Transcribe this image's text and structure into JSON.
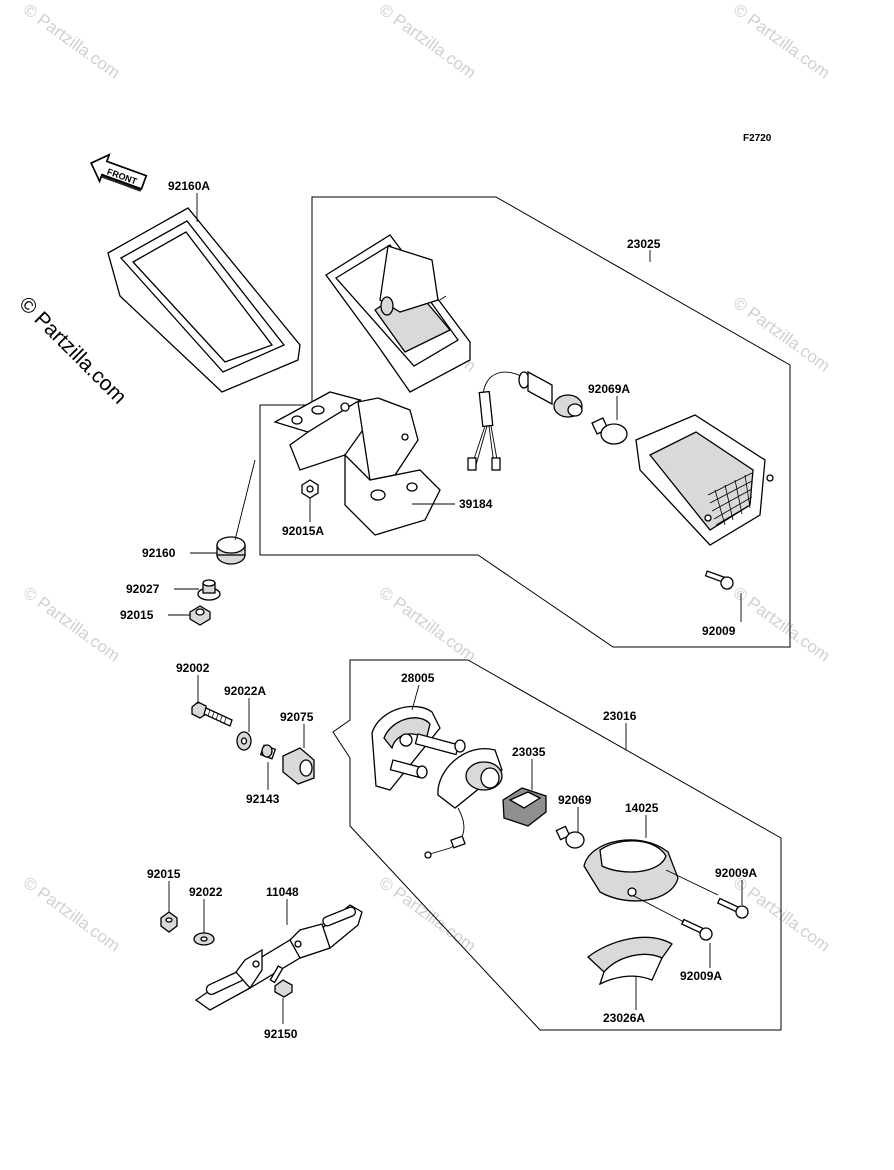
{
  "figure_code": "F2720",
  "front_arrow_label": "FRONT",
  "watermark_text": "© Partzilla.com",
  "parts": {
    "lamp_cover": "92160A",
    "tail_lamp_assy": "23025",
    "bulb_upper": "92069A",
    "bracket": "39184",
    "nut_upper": "92015A",
    "grommet": "92160",
    "collar_upper": "92027",
    "nut_left": "92015",
    "screw_upper": "92009",
    "bolt_upper": "92002",
    "washer_upper": "92022A",
    "damper": "92075",
    "collar_lower": "92143",
    "housing": "28005",
    "license_lamp_assy": "23016",
    "socket": "23035",
    "bulb_lower": "92069",
    "lens": "14025",
    "screw_a": "92009A",
    "screw_b": "92009A",
    "lens_cover": "23026A",
    "nut_lower": "92015",
    "washer_lower": "92022",
    "license_bracket": "11048",
    "bolt_lower": "92150"
  }
}
